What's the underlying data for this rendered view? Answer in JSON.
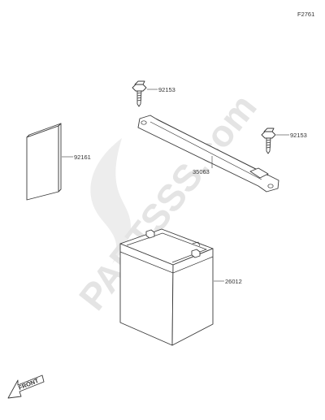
{
  "diagram_code": "F2761",
  "watermark": "PARTSSS.com",
  "front_marker": "FRONT",
  "parts": [
    {
      "number": "92153"
    },
    {
      "number": "92153"
    },
    {
      "number": "92161"
    },
    {
      "number": "35063"
    },
    {
      "number": "26012"
    }
  ]
}
